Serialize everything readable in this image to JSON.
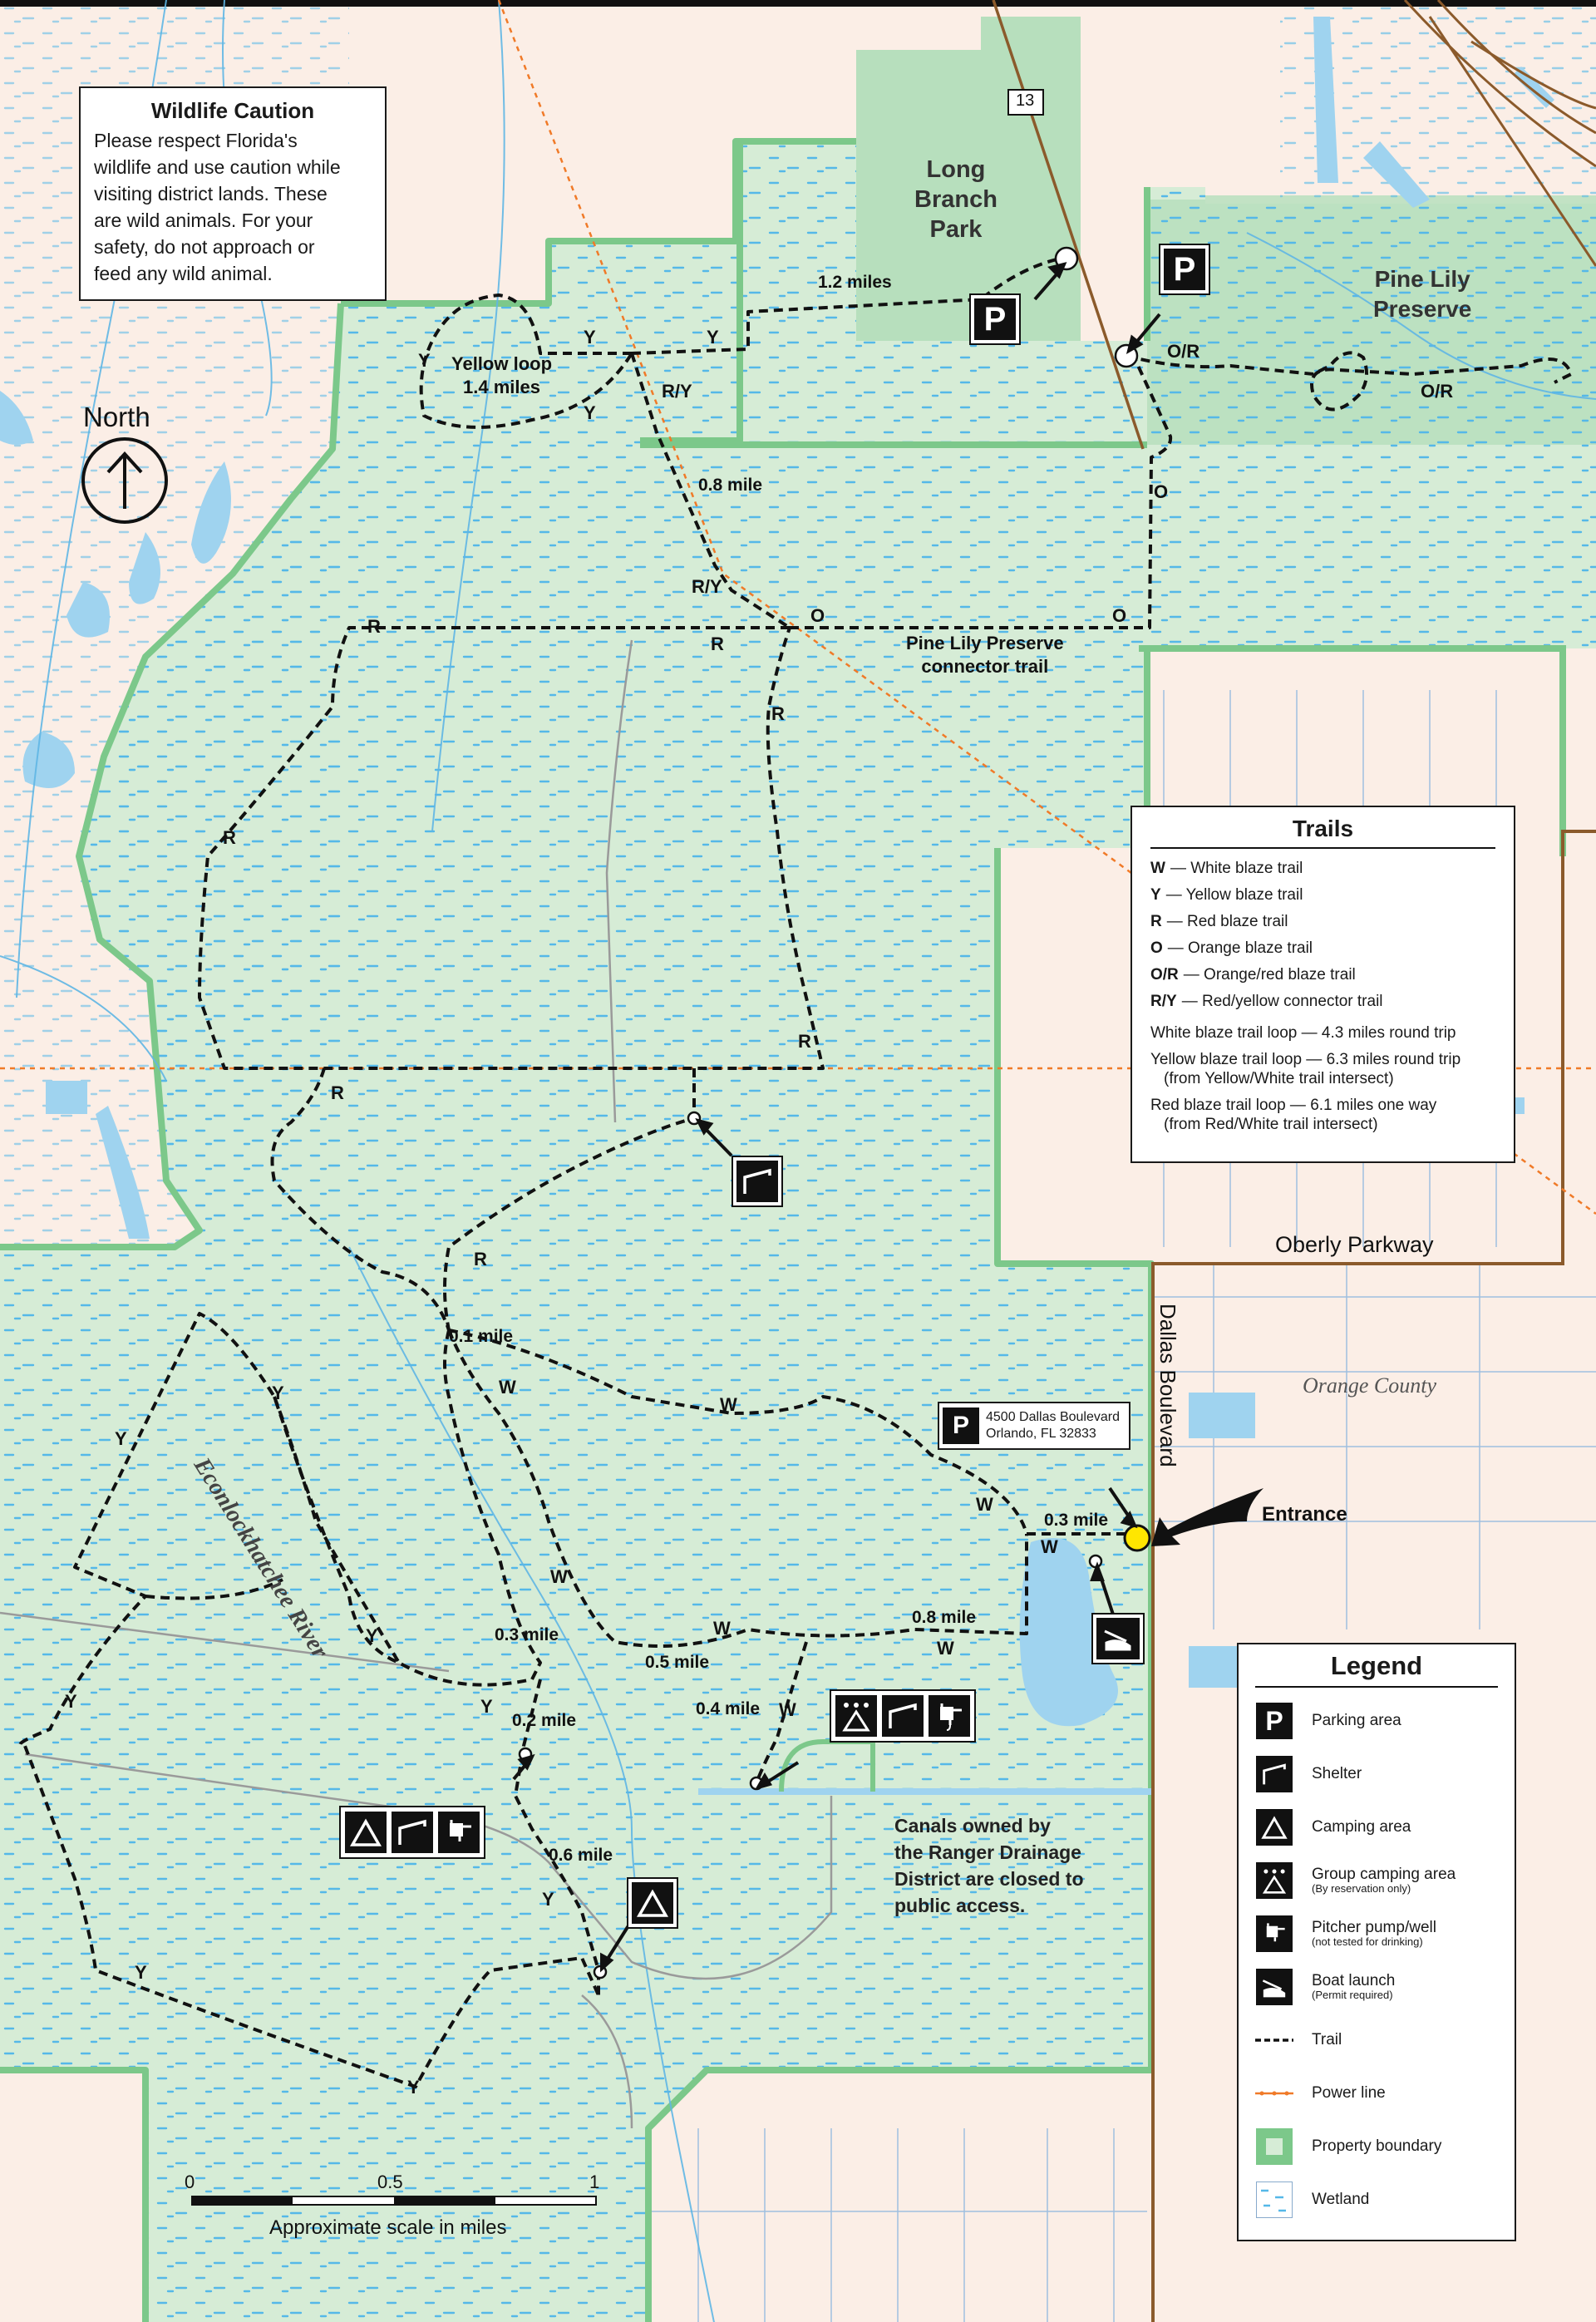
{
  "wildlife_caution": {
    "title": "Wildlife Caution",
    "lines": [
      "Please respect Florida's",
      "wildlife and use caution while",
      "visiting district lands. These",
      "are wild animals. For your",
      "safety, do not approach or",
      "feed any wild animal."
    ]
  },
  "north": {
    "label": "North"
  },
  "places": {
    "long_branch_park": [
      "Long",
      "Branch",
      "Park"
    ],
    "pine_lily_preserve": [
      "Pine Lily",
      "Preserve"
    ],
    "orange_county": "Orange County",
    "oberly_parkway": "Oberly Parkway",
    "dallas_boulevard": "Dallas Boulevard",
    "river": "Econlockhatchee River",
    "connector": [
      "Pine Lily Preserve",
      "connector trail"
    ],
    "yellow_loop": [
      "Yellow loop",
      "1.4 miles"
    ],
    "canals_note": [
      "Canals owned by",
      "the Ranger Drainage",
      "District are closed to",
      "public access."
    ],
    "entrance": "Entrance",
    "route_13": "13",
    "address": [
      "4500 Dallas Boulevard",
      "Orlando, FL 32833"
    ]
  },
  "distances": {
    "d12": "1.2 miles",
    "d08a": "0.8 mile",
    "d01": "0.1 mile",
    "d03a": "0.3 mile",
    "d03b": "0.3 mile",
    "d05": "0.5 mile",
    "d08b": "0.8 mile",
    "d04": "0.4 mile",
    "d02": "0.2 mile",
    "d06": "0.6 mile"
  },
  "trail_letters": {
    "Y": "Y",
    "R": "R",
    "W": "W",
    "O": "O",
    "RY": "R/Y",
    "OR": "O/R"
  },
  "trails_box": {
    "title": "Trails",
    "codes": [
      {
        "code": "W",
        "desc": "— White blaze trail"
      },
      {
        "code": "Y",
        "desc": "— Yellow blaze trail"
      },
      {
        "code": "R",
        "desc": "— Red blaze trail"
      },
      {
        "code": "O",
        "desc": "— Orange blaze trail"
      },
      {
        "code": "O/R",
        "desc": "— Orange/red blaze trail"
      },
      {
        "code": "R/Y",
        "desc": "— Red/yellow connector trail"
      }
    ],
    "loops": [
      {
        "line1": "White blaze trail loop — 4.3 miles round trip",
        "line2": ""
      },
      {
        "line1": "Yellow blaze trail loop — 6.3 miles round trip",
        "line2": "(from Yellow/White trail intersect)"
      },
      {
        "line1": "Red blaze trail loop — 6.1 miles one way",
        "line2": "(from Red/White trail intersect)"
      }
    ]
  },
  "legend": {
    "title": "Legend",
    "items": [
      {
        "label": "Parking area",
        "note": "",
        "icon": "parking-icon"
      },
      {
        "label": "Shelter",
        "note": "",
        "icon": "shelter-icon"
      },
      {
        "label": "Camping area",
        "note": "",
        "icon": "camping-icon"
      },
      {
        "label": "Group camping area",
        "note": "(By reservation only)",
        "icon": "group-camping-icon"
      },
      {
        "label": "Pitcher pump/well",
        "note": "(not tested for drinking)",
        "icon": "pump-icon"
      },
      {
        "label": "Boat launch",
        "note": "(Permit required)",
        "icon": "boat-launch-icon"
      },
      {
        "label": "Trail",
        "note": "",
        "icon": "trail-line-icon"
      },
      {
        "label": "Power line",
        "note": "",
        "icon": "power-line-icon"
      },
      {
        "label": "Property boundary",
        "note": "",
        "icon": "property-boundary-icon"
      },
      {
        "label": "Wetland",
        "note": "",
        "icon": "wetland-icon"
      }
    ]
  },
  "scale": {
    "ticks": [
      "0",
      "0.5",
      "1"
    ],
    "caption": "Approximate scale in miles"
  },
  "colors": {
    "land": "#d6ecd6",
    "outside": "#fbeee6",
    "water": "#9fd3ef",
    "wetland": "#4fb4e6",
    "boundary": "#7cc88a",
    "road": "#8b5a2b",
    "power": "#f07a28",
    "entrance_dot": "#ffe600"
  }
}
